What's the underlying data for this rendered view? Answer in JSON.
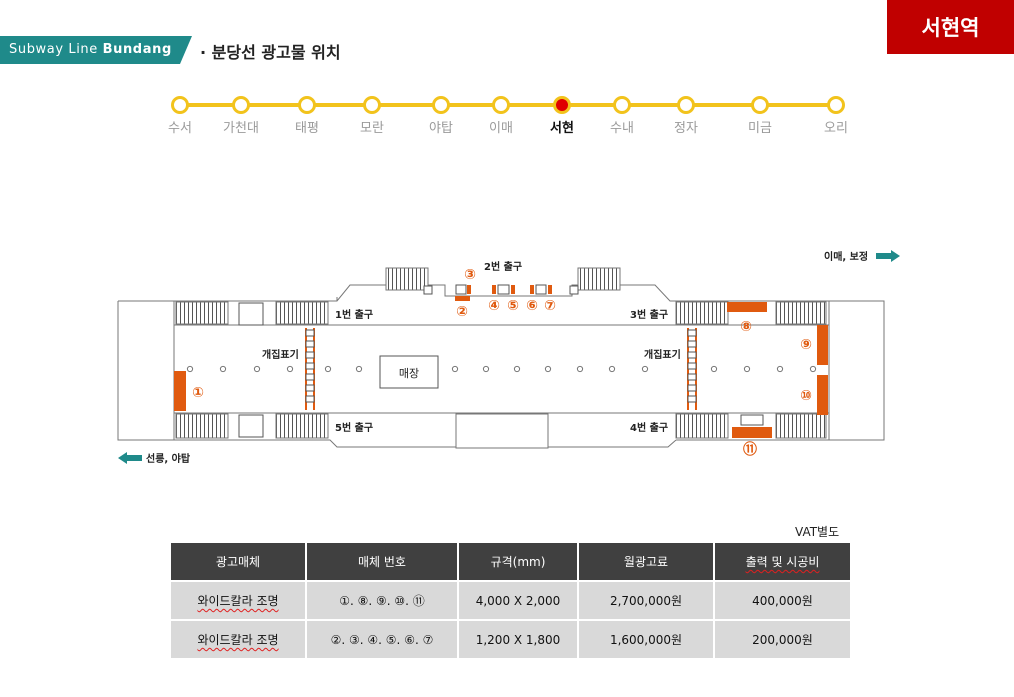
{
  "header": {
    "line_prefix": "Subway Line ",
    "line_bold": "Bundang",
    "title": "· 분당선 광고물 위치",
    "station_badge": "서현역",
    "colors": {
      "teal": "#1f8a8a",
      "line_yellow": "#f2c31c",
      "ad_orange": "#e05a0f",
      "badge_red": "#c00000"
    }
  },
  "line": {
    "stations": [
      "수서",
      "가천대",
      "태평",
      "모란",
      "야탑",
      "이매",
      "서현",
      "수내",
      "정자",
      "미금",
      "오리"
    ],
    "current": "서현"
  },
  "plan": {
    "exits": {
      "exit1": "1번 출구",
      "exit2": "2번 출구",
      "exit3": "3번 출구",
      "exit4": "4번 출구",
      "exit5": "5번 출구"
    },
    "gate_left": "개집표기",
    "gate_right": "개집표기",
    "shop": "매장",
    "dir_right": "이매, 보정",
    "dir_left": "선릉, 야탑",
    "ads": {
      "a1": "①",
      "a2": "②",
      "a3": "③",
      "a4": "④",
      "a5": "⑤",
      "a6": "⑥",
      "a7": "⑦",
      "a8": "⑧",
      "a9": "⑨",
      "a10": "⑩",
      "a11": "⑪"
    }
  },
  "table": {
    "vat_note": "VAT별도",
    "headers": [
      "광고매체",
      "매체 번호",
      "규격(mm)",
      "월광고료",
      "출력 및 시공비"
    ],
    "rows": [
      [
        "와이드칼라 조명",
        "①. ⑧. ⑨. ⑩. ⑪",
        "4,000 X 2,000",
        "2,700,000원",
        "400,000원"
      ],
      [
        "와이드칼라 조명",
        "②. ③. ④. ⑤. ⑥. ⑦",
        "1,200 X 1,800",
        "1,600,000원",
        "200,000원"
      ]
    ]
  }
}
